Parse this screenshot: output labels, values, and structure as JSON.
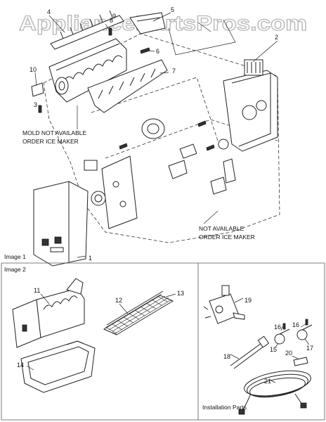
{
  "watermark": "AppliancePartsPros.com",
  "notes": {
    "mold": [
      "MOLD NOT AVAILABLE",
      "ORDER ICE MAKER"
    ],
    "assembly": [
      "NOT AVAILABLE",
      "ORDER ICE MAKER"
    ]
  },
  "sections": {
    "image1": "Image 1",
    "image2": "Image 2",
    "installation": "Installation Parts"
  },
  "callouts": {
    "c1": "1",
    "c2": "2",
    "c3": "3",
    "c4": "4",
    "c5": "5",
    "c6": "6",
    "c7": "7",
    "c8": "8",
    "c9": "9",
    "c10": "10",
    "c11": "11",
    "c12": "12",
    "c13": "13",
    "c14": "14",
    "c15": "15",
    "c16a": "16",
    "c16b": "16",
    "c17": "17",
    "c18": "18",
    "c19": "19",
    "c20": "20",
    "c21": "21"
  }
}
